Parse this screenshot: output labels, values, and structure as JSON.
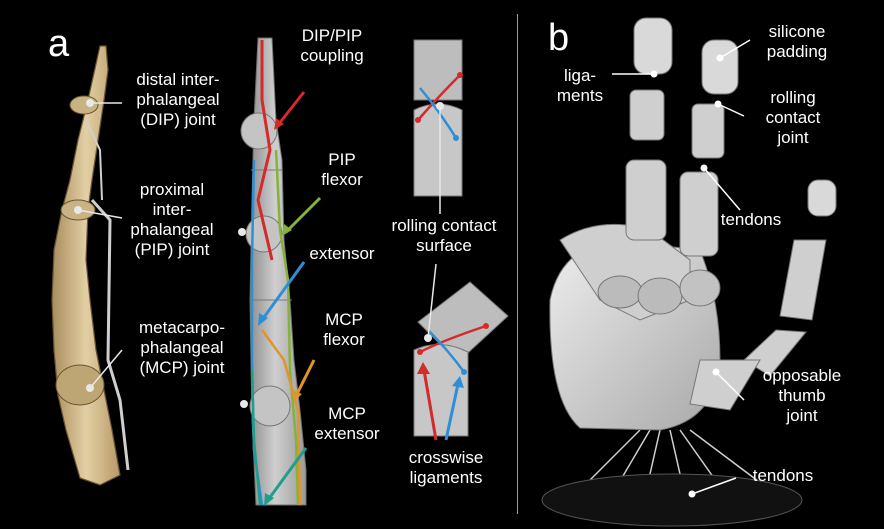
{
  "panel_a": {
    "letter": "a",
    "labels": {
      "dip_joint": [
        "distal inter-",
        "phalangeal",
        "(DIP) joint"
      ],
      "pip_joint": [
        "proximal",
        "inter-",
        "phalangeal",
        "(PIP) joint"
      ],
      "mcp_joint": [
        "metacarpo-",
        "phalangeal",
        "(MCP) joint"
      ],
      "dip_pip_coupling": [
        "DIP/PIP",
        "coupling"
      ],
      "pip_flexor": [
        "PIP",
        "flexor"
      ],
      "extensor": [
        "extensor"
      ],
      "mcp_flexor": [
        "MCP",
        "flexor"
      ],
      "mcp_extensor": [
        "MCP",
        "extensor"
      ],
      "rolling_contact_surface": [
        "rolling contact",
        "surface"
      ],
      "crosswise_ligaments": [
        "crosswise",
        "ligaments"
      ]
    }
  },
  "panel_b": {
    "letter": "b",
    "labels": {
      "ligaments": [
        "liga-",
        "ments"
      ],
      "silicone_padding": [
        "silicone",
        "padding"
      ],
      "rolling_contact_joint": [
        "rolling",
        "contact",
        "joint"
      ],
      "tendons_upper": [
        "tendons"
      ],
      "opposable_thumb_joint": [
        "opposable",
        "thumb",
        "joint"
      ],
      "tendons_lower": [
        "tendons"
      ]
    }
  },
  "colors": {
    "coupling": "#d42a2a",
    "pip_flexor": "#86b23a",
    "extensor": "#2f8fd6",
    "mcp_flexor": "#e0942a",
    "mcp_extensor": "#1f9e8c",
    "joint_marker": "#e8e8e8",
    "finger_body": "#b8b8b8",
    "bone": "#d8c49a",
    "robot_hand": "#d9d9d9"
  }
}
